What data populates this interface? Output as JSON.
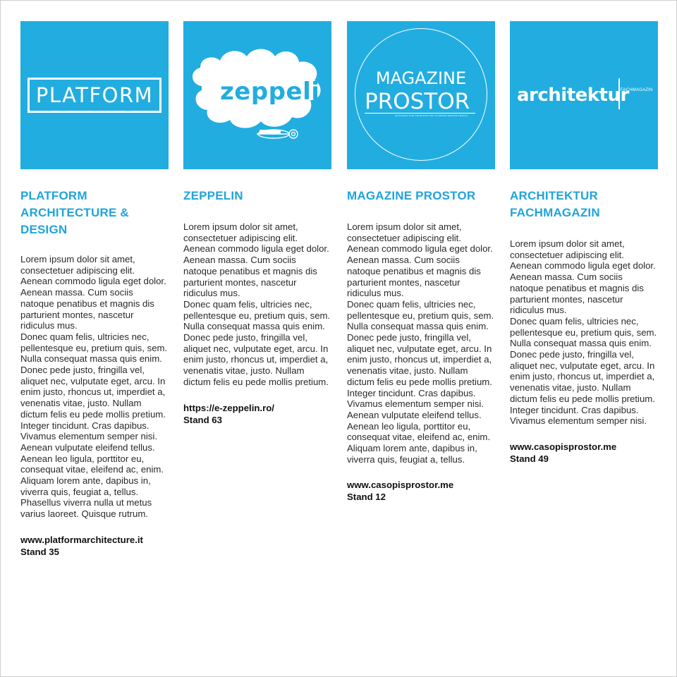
{
  "columns": [
    {
      "logo_text": "PLATFORM",
      "title": "PLATFORM ARCHITECTURE & DESIGN",
      "body": "Lorem ipsum dolor sit amet, consectetuer adipiscing elit. Aenean commodo ligula eget dolor. Aenean massa. Cum sociis natoque penatibus et magnis dis parturient montes, nascetur ridiculus mus.\nDonec quam felis, ultricies nec, pellentesque eu, pretium quis, sem. Nulla consequat massa quis enim. Donec pede justo, fringilla vel, aliquet nec, vulputate eget, arcu. In enim justo, rhoncus ut, imperdiet a, venenatis vitae, justo. Nullam dictum felis eu pede mollis pretium. Integer tincidunt. Cras dapibus. Vivamus elementum semper nisi. Aenean vulputate eleifend tellus. Aenean leo ligula, porttitor eu, consequat vitae, eleifend ac, enim. Aliquam lorem ante, dapibus in, viverra quis, feugiat a, tellus. Phasellus viverra nulla ut metus varius laoreet. Quisque rutrum.",
      "url": "www.platformarchitecture.it",
      "stand": "Stand 35"
    },
    {
      "logo_text": "zeppelin",
      "title": "ZEPPELIN",
      "body": "Lorem ipsum dolor sit amet, consectetuer adipiscing elit. Aenean commodo ligula eget dolor. Aenean massa. Cum sociis natoque penatibus et magnis dis parturient montes, nascetur ridiculus mus.\nDonec quam felis, ultricies nec, pellentesque eu, pretium quis, sem. Nulla consequat massa quis enim. Donec pede justo, fringilla vel, aliquet nec, vulputate eget, arcu. In enim justo, rhoncus ut, imperdiet a, venenatis vitae, justo. Nullam dictum felis eu pede mollis pretium.",
      "url": "https://e-zeppelin.ro/",
      "stand": "Stand 63"
    },
    {
      "logo_text_top": "MAGAZINE",
      "logo_text_main": "PROSTOR",
      "logo_tagline": "ARCHITECTURE CONSTRUCTION INTERIOR DESIGN PEOPLE",
      "title": "MAGAZINE PROSTOR",
      "body": "Lorem ipsum dolor sit amet, consectetuer adipiscing elit. Aenean commodo ligula eget dolor. Aenean massa. Cum sociis natoque penatibus et magnis dis parturient montes, nascetur ridiculus mus.\nDonec quam felis, ultricies nec, pellentesque eu, pretium quis, sem. Nulla consequat massa quis enim. Donec pede justo, fringilla vel, aliquet nec, vulputate eget, arcu. In enim justo, rhoncus ut, imperdiet a, venenatis vitae, justo. Nullam dictum felis eu pede mollis pretium. Integer tincidunt. Cras dapibus. Vivamus elementum semper nisi. Aenean vulputate eleifend tellus. Aenean leo ligula, porttitor eu, consequat vitae, eleifend ac, enim. Aliquam lorem ante, dapibus in, viverra quis, feugiat a, tellus.",
      "url": "www.casopisprostor.me",
      "stand": "Stand 12"
    },
    {
      "logo_text": "architektur",
      "logo_small": "FACHMAGAZIN",
      "title": "ARCHITEKTUR FACHMAGAZIN",
      "body": "Lorem ipsum dolor sit amet, consectetuer adipiscing elit. Aenean commodo ligula eget dolor. Aenean massa. Cum sociis natoque penatibus et magnis dis parturient montes, nascetur ridiculus mus.\nDonec quam felis, ultricies nec, pellentesque eu, pretium quis, sem. Nulla consequat massa quis enim. Donec pede justo, fringilla vel, aliquet nec, vulputate eget, arcu. In enim justo, rhoncus ut, imperdiet a, venenatis vitae, justo. Nullam dictum felis eu pede mollis pretium. Integer tincidunt. Cras dapibus. Vivamus elementum semper nisi.",
      "url": "www.casopisprostor.me",
      "stand": "Stand 49"
    }
  ],
  "colors": {
    "accent": "#1fa4dc",
    "tile": "#22ade0",
    "text": "#2a2a2a"
  }
}
